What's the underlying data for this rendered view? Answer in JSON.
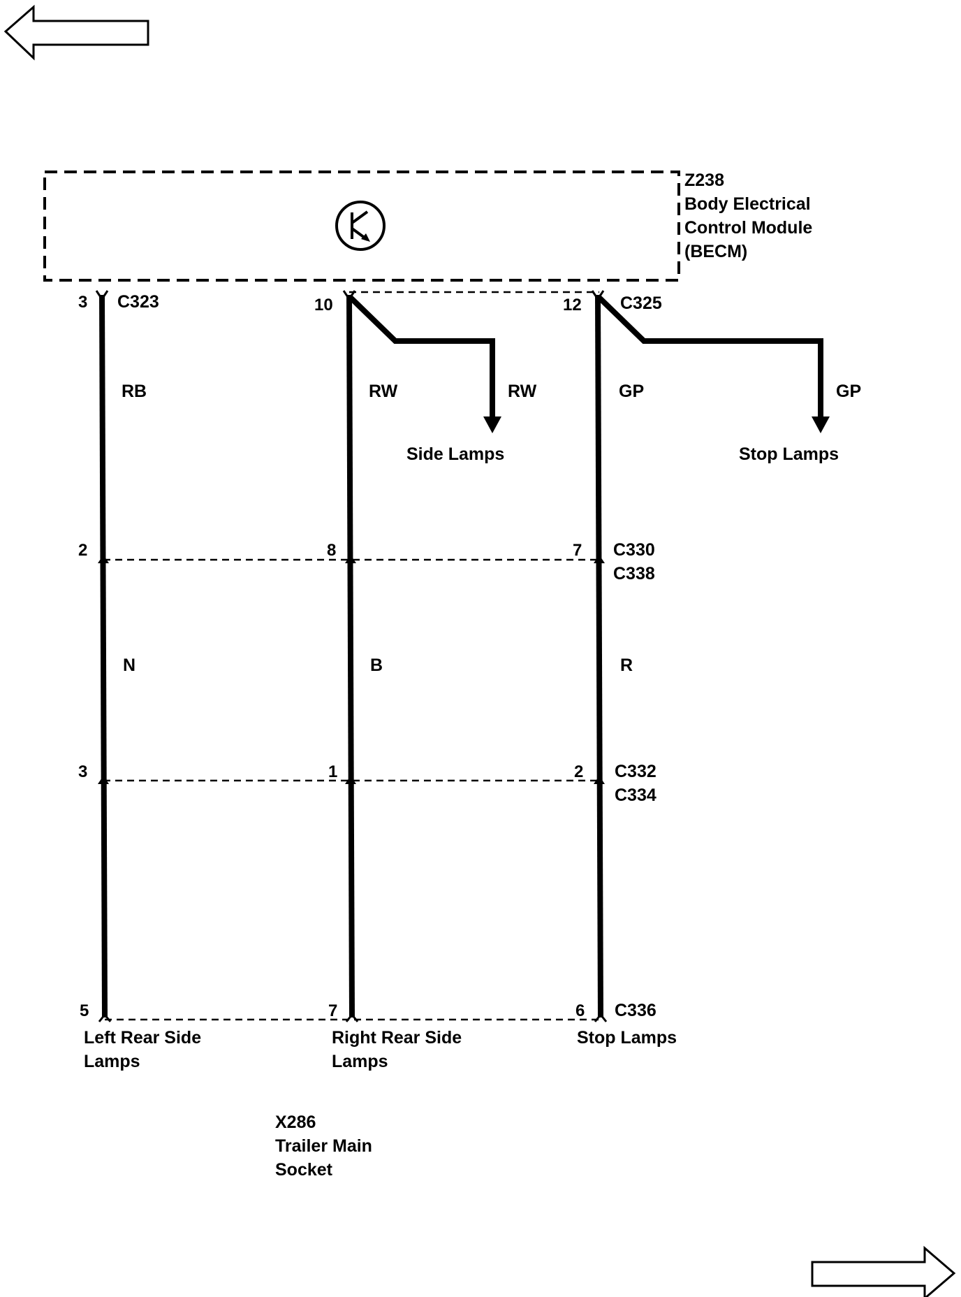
{
  "nav": {
    "prev_label": "",
    "next_label": ""
  },
  "module": {
    "id": "Z238",
    "name_line1": "Body Electrical",
    "name_line2": "Control Module",
    "name_line3": "(BECM)",
    "icon": "transistor-icon"
  },
  "connectors": {
    "c323": "C323",
    "c325": "C325",
    "c330": "C330",
    "c338": "C338",
    "c332": "C332",
    "c334": "C334",
    "c336": "C336"
  },
  "circuits": [
    {
      "top_pin": "3",
      "top_wire": "RB",
      "mid_pin": "2",
      "mid_wire": "N",
      "low_pin": "3",
      "bottom_pin": "5",
      "dest_line1": "Left Rear Side",
      "dest_line2": "Lamps"
    },
    {
      "top_pin": "10",
      "top_wire": "RW",
      "branch_wire": "RW",
      "branch_dest": "Side Lamps",
      "mid_pin": "8",
      "mid_wire": "B",
      "low_pin": "1",
      "bottom_pin": "7",
      "dest_line1": "Right Rear Side",
      "dest_line2": "Lamps"
    },
    {
      "top_pin": "12",
      "top_wire": "GP",
      "branch_wire": "GP",
      "branch_dest": "Stop Lamps",
      "mid_pin": "7",
      "mid_wire": "R",
      "low_pin": "2",
      "bottom_pin": "6",
      "dest_line1": "Stop Lamps",
      "dest_line2": ""
    }
  ],
  "socket": {
    "id": "X286",
    "name_line1": "Trailer Main",
    "name_line2": "Socket"
  }
}
